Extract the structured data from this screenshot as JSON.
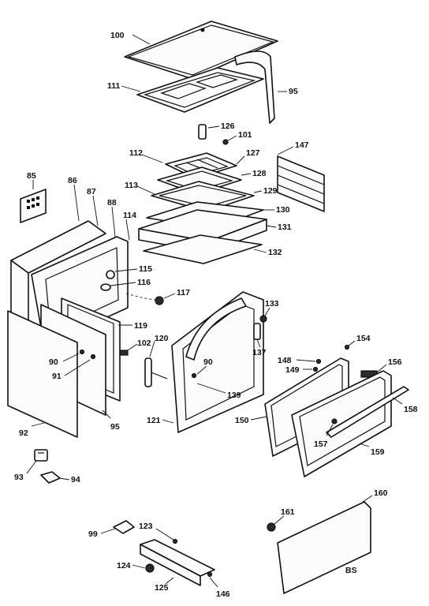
{
  "diagram": {
    "labels": {
      "p100": "100",
      "p111": "111",
      "p95a": "95",
      "p126": "126",
      "p101": "101",
      "p147": "147",
      "p112": "112",
      "p127": "127",
      "p128": "128",
      "p113": "113",
      "p129": "129",
      "p130": "130",
      "p131": "131",
      "p132": "132",
      "p85": "85",
      "p86": "86",
      "p87": "87",
      "p88": "88",
      "p114": "114",
      "p115": "115",
      "p116": "116",
      "p117": "117",
      "p133": "133",
      "p119": "119",
      "p102": "102",
      "p120": "120",
      "p90a": "90",
      "p90b": "90",
      "p91": "91",
      "p137": "137",
      "p154": "154",
      "p148": "148",
      "p149": "149",
      "p156": "156",
      "p139": "139",
      "p92": "92",
      "p95b": "95",
      "p121": "121",
      "p150": "150",
      "p158": "158",
      "p157": "157",
      "p159": "159",
      "p93": "93",
      "p94": "94",
      "p160": "160",
      "p161": "161",
      "p99": "99",
      "p123": "123",
      "p124": "124",
      "p125": "125",
      "p146": "146",
      "code": "BS"
    }
  }
}
